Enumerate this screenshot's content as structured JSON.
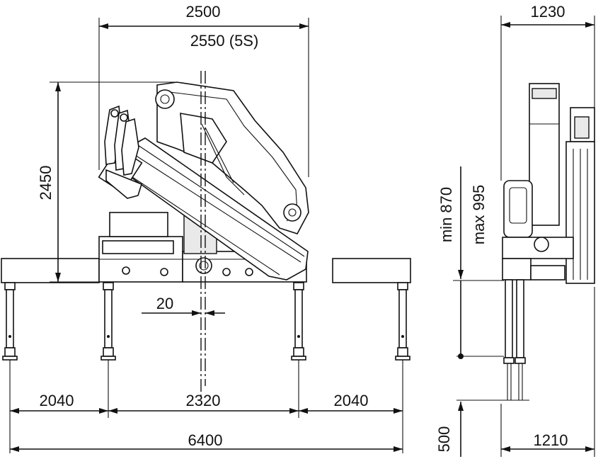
{
  "dimensions": {
    "top_width": "2500",
    "top_width_5s": "2550 (5S)",
    "height": "2450",
    "offset": "20",
    "leg_left": "2040",
    "leg_center": "2320",
    "leg_right": "2040",
    "total_span": "6400",
    "side_width": "1230",
    "side_min": "min 870",
    "side_max": "max 995",
    "side_stroke": "500",
    "side_base": "1210"
  }
}
